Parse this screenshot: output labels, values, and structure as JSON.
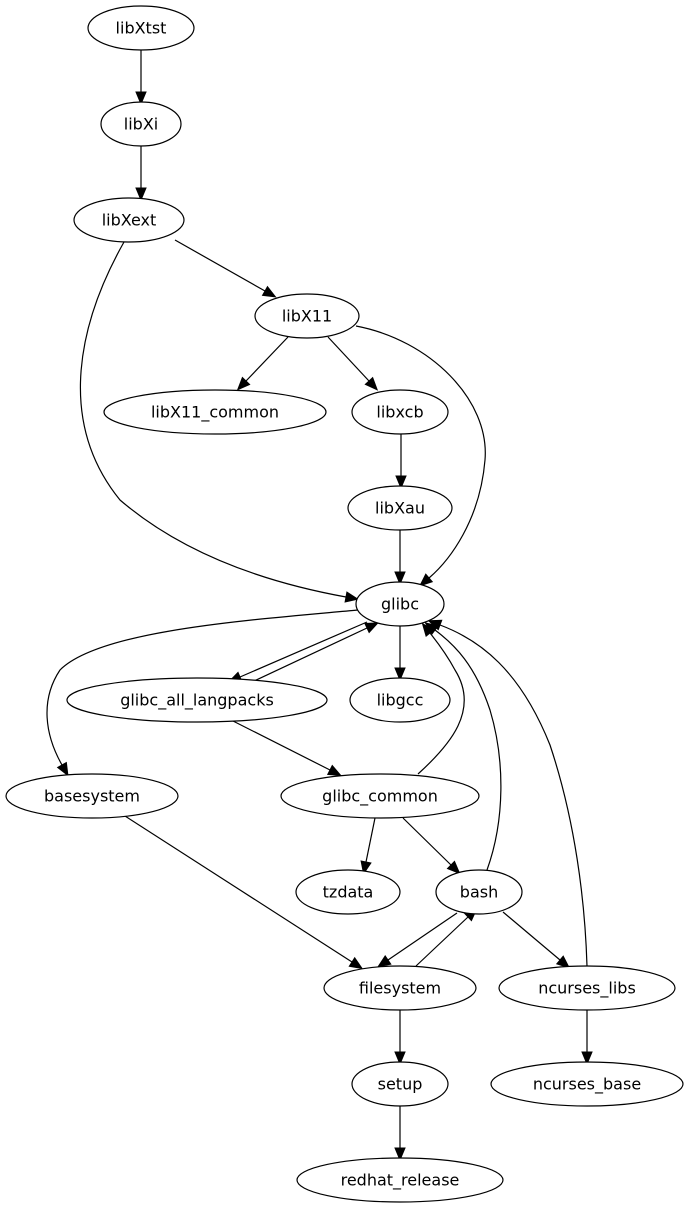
{
  "graph": {
    "type": "directed",
    "nodes": [
      {
        "id": "libXtst",
        "label": "libXtst"
      },
      {
        "id": "libXi",
        "label": "libXi"
      },
      {
        "id": "libXext",
        "label": "libXext"
      },
      {
        "id": "libX11",
        "label": "libX11"
      },
      {
        "id": "libX11_common",
        "label": "libX11_common"
      },
      {
        "id": "libxcb",
        "label": "libxcb"
      },
      {
        "id": "libXau",
        "label": "libXau"
      },
      {
        "id": "glibc",
        "label": "glibc"
      },
      {
        "id": "glibc_all_langpacks",
        "label": "glibc_all_langpacks"
      },
      {
        "id": "libgcc",
        "label": "libgcc"
      },
      {
        "id": "basesystem",
        "label": "basesystem"
      },
      {
        "id": "glibc_common",
        "label": "glibc_common"
      },
      {
        "id": "tzdata",
        "label": "tzdata"
      },
      {
        "id": "bash",
        "label": "bash"
      },
      {
        "id": "filesystem",
        "label": "filesystem"
      },
      {
        "id": "ncurses_libs",
        "label": "ncurses_libs"
      },
      {
        "id": "setup",
        "label": "setup"
      },
      {
        "id": "ncurses_base",
        "label": "ncurses_base"
      },
      {
        "id": "redhat_release",
        "label": "redhat_release"
      }
    ],
    "edges": [
      {
        "from": "libXtst",
        "to": "libXi"
      },
      {
        "from": "libXi",
        "to": "libXext"
      },
      {
        "from": "libXext",
        "to": "libX11"
      },
      {
        "from": "libXext",
        "to": "glibc"
      },
      {
        "from": "libX11",
        "to": "libX11_common"
      },
      {
        "from": "libX11",
        "to": "libxcb"
      },
      {
        "from": "libX11",
        "to": "glibc"
      },
      {
        "from": "libxcb",
        "to": "libXau"
      },
      {
        "from": "libXau",
        "to": "glibc"
      },
      {
        "from": "glibc",
        "to": "basesystem"
      },
      {
        "from": "glibc",
        "to": "glibc_all_langpacks"
      },
      {
        "from": "glibc_all_langpacks",
        "to": "glibc"
      },
      {
        "from": "glibc",
        "to": "libgcc"
      },
      {
        "from": "glibc_all_langpacks",
        "to": "glibc_common"
      },
      {
        "from": "glibc_common",
        "to": "glibc"
      },
      {
        "from": "glibc_common",
        "to": "tzdata"
      },
      {
        "from": "glibc_common",
        "to": "bash"
      },
      {
        "from": "bash",
        "to": "glibc"
      },
      {
        "from": "ncurses_libs",
        "to": "glibc"
      },
      {
        "from": "basesystem",
        "to": "filesystem"
      },
      {
        "from": "bash",
        "to": "filesystem"
      },
      {
        "from": "filesystem",
        "to": "bash"
      },
      {
        "from": "bash",
        "to": "ncurses_libs"
      },
      {
        "from": "filesystem",
        "to": "setup"
      },
      {
        "from": "ncurses_libs",
        "to": "ncurses_base"
      },
      {
        "from": "setup",
        "to": "redhat_release"
      }
    ]
  }
}
